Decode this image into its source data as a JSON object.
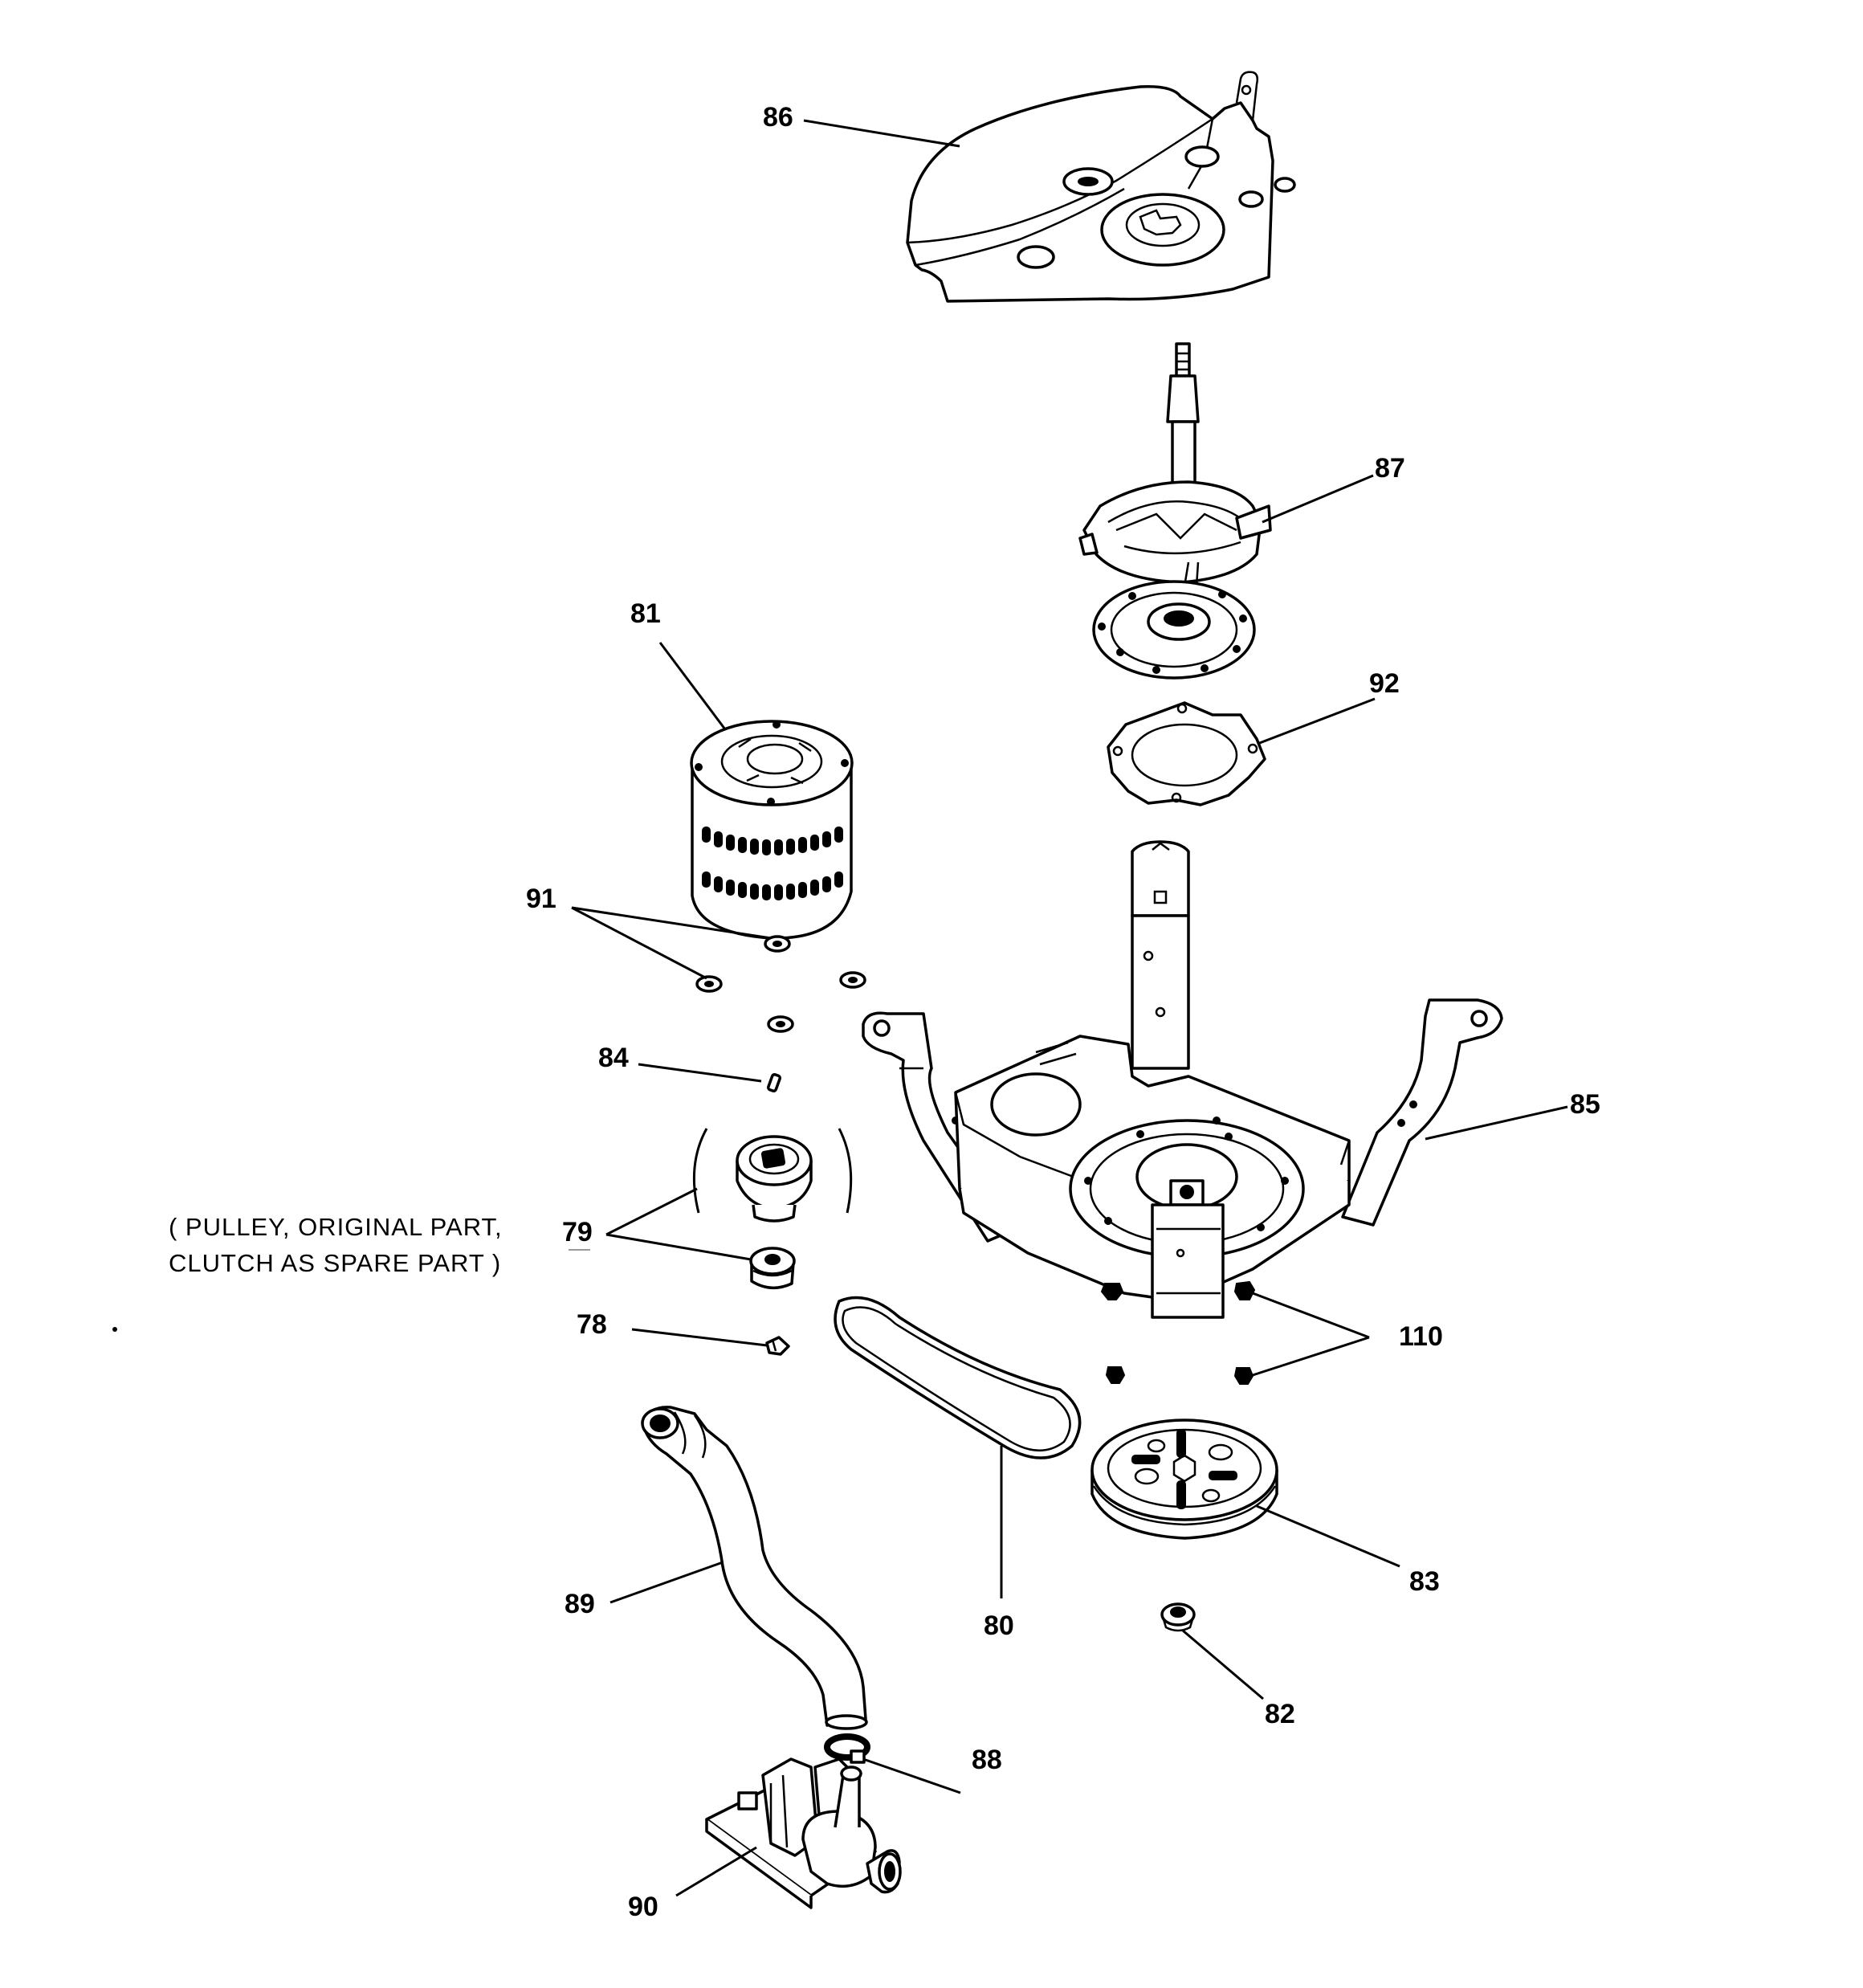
{
  "callouts": {
    "c86": "86",
    "c87": "87",
    "c81": "81",
    "c92": "92",
    "c91": "91",
    "c84": "84",
    "c85": "85",
    "c79": "79",
    "c78": "78",
    "c110": "110",
    "c80": "80",
    "c83": "83",
    "c89": "89",
    "c82": "82",
    "c88": "88",
    "c90": "90"
  },
  "note": {
    "line1": "( PULLEY, ORIGINAL PART,",
    "line2": "CLUTCH AS SPARE PART )"
  }
}
